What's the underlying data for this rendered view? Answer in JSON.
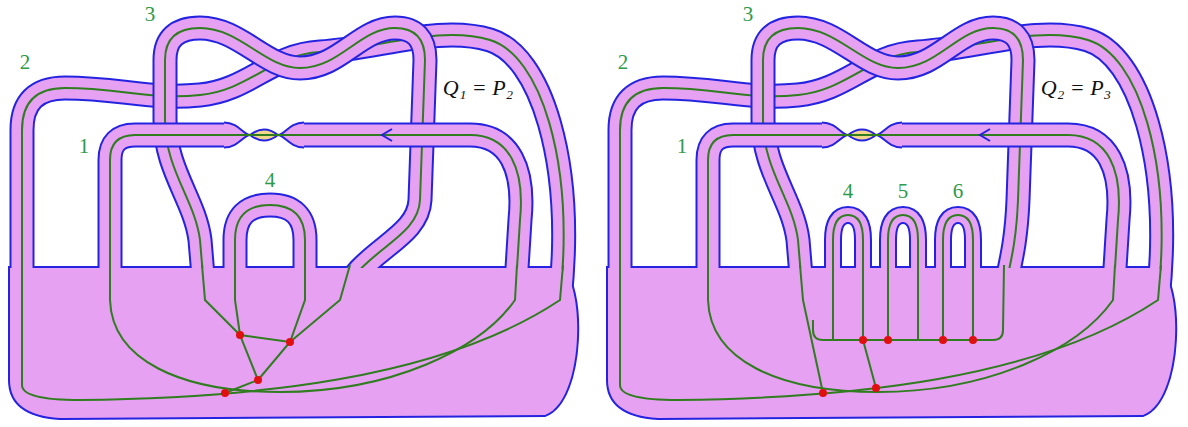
{
  "diagram": {
    "labels": [
      "3",
      "2",
      "1",
      "4",
      "Q₁ = P₂",
      "3",
      "2",
      "1",
      "4",
      "5",
      "6",
      "Q₂ = P₃"
    ]
  }
}
